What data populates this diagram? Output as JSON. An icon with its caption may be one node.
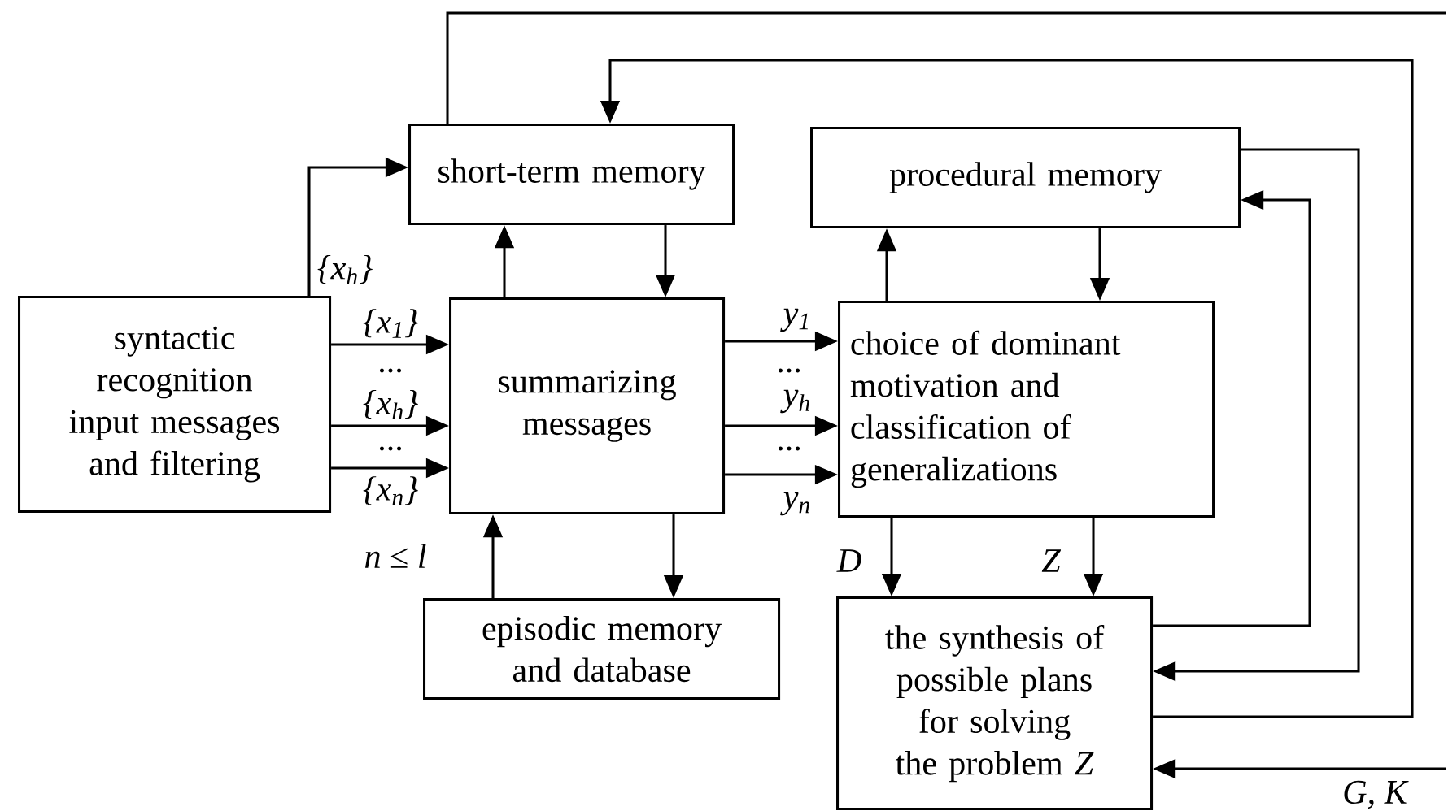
{
  "diagram": {
    "nodes": [
      {
        "text": [
          "syntactic recognition input messages and filtering"
        ]
      },
      {
        "text": [
          "short-term memory"
        ]
      },
      {
        "text": [
          "summarizing messages"
        ]
      },
      {
        "text": [
          "episodic memory and database"
        ]
      },
      {
        "text": [
          "procedural memory"
        ]
      },
      {
        "text": [
          "choice of dominant motivation and classification of generalizations"
        ]
      },
      {
        "text": [
          "the synthesis of possible plans for solving the problem *Z*"
        ]
      }
    ],
    "edges": [
      {
        "from": 0,
        "to": 1,
        "arrow": "to",
        "label": "{x$_{h}$}"
      },
      {
        "from": 0,
        "to": 2,
        "arrow": "to",
        "label": "{x$_{1}$}"
      },
      {
        "from": 0,
        "to": 2,
        "arrow": "to",
        "label": "{x$_{h}$}"
      },
      {
        "from": 0,
        "to": 2,
        "arrow": "to",
        "label": "{x$_{n}$}"
      },
      {
        "from": 2,
        "to": 1,
        "arrow": "to"
      },
      {
        "from": 1,
        "to": 2,
        "arrow": "to"
      },
      {
        "from": 3,
        "to": 2,
        "arrow": "to"
      },
      {
        "from": 2,
        "to": 3,
        "arrow": "to"
      },
      {
        "from": 2,
        "to": 5,
        "arrow": "to",
        "label": "y$_{1}$"
      },
      {
        "from": 2,
        "to": 5,
        "arrow": "to",
        "label": "y$_{h}$"
      },
      {
        "from": 2,
        "to": 5,
        "arrow": "to",
        "label": "y$_{n}$"
      },
      {
        "from": 5,
        "to": 4,
        "arrow": "to"
      },
      {
        "from": 4,
        "to": 5,
        "arrow": "to"
      },
      {
        "from": 5,
        "to": 6,
        "arrow": "to",
        "label": "D"
      },
      {
        "from": 5,
        "to": 6,
        "arrow": "to",
        "label": "Z"
      },
      {
        "from": 6,
        "to": 4,
        "arrow": "to"
      },
      {
        "from": 4,
        "to": 6,
        "arrow": "to"
      },
      {
        "from": 6,
        "to": 1,
        "arrow": "to"
      },
      {
        "from": 1,
        "to": null,
        "arrow": "none"
      },
      {
        "from": null,
        "to": 6,
        "arrow": "to",
        "label": "G, K"
      }
    ],
    "labels": [
      "...",
      "...",
      "...",
      "...",
      "*n* ≤ *l*"
    ]
  }
}
